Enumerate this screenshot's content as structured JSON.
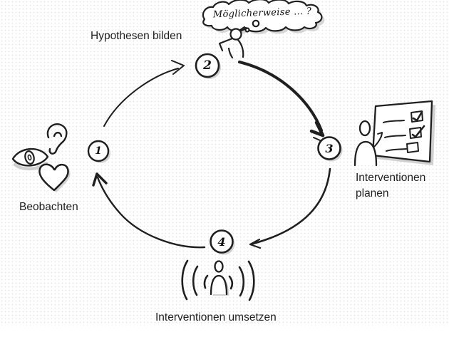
{
  "diagram": {
    "type": "cycle-sketchnote",
    "thought_bubble_text": "Möglicherweise ... ?",
    "steps": [
      {
        "number": "1",
        "label": "Beobachten"
      },
      {
        "number": "2",
        "label": "Hypothesen bilden"
      },
      {
        "number": "3",
        "label": "Interventionen planen"
      },
      {
        "number": "4",
        "label": "Interventionen umsetzen"
      }
    ],
    "icons": [
      "eye-icon",
      "ear-icon",
      "heart-icon",
      "thinking-person-icon",
      "thought-cloud-icon",
      "presenter-icon",
      "checklist-board-icon",
      "broadcasting-person-icon"
    ],
    "colors": {
      "ink": "#1f1f1f",
      "shadow": "#cfcfcf",
      "paper": "#ffffff",
      "texture_dot": "#e9e9e9"
    }
  }
}
